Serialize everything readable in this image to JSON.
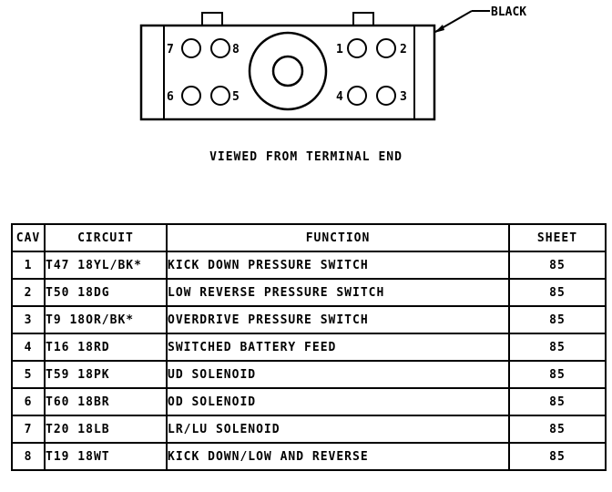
{
  "connector": {
    "color_label": "BLACK",
    "pins": [
      "1",
      "2",
      "3",
      "4",
      "5",
      "6",
      "7",
      "8"
    ]
  },
  "caption": "VIEWED FROM TERMINAL END",
  "table": {
    "headers": [
      "CAV",
      "CIRCUIT",
      "FUNCTION",
      "SHEET"
    ],
    "rows": [
      {
        "cav": "1",
        "circuit": "T47 18YL/BK*",
        "function": "KICK DOWN PRESSURE SWITCH",
        "sheet": "85"
      },
      {
        "cav": "2",
        "circuit": "T50 18DG",
        "function": "LOW REVERSE PRESSURE SWITCH",
        "sheet": "85"
      },
      {
        "cav": "3",
        "circuit": "T9 18OR/BK*",
        "function": "OVERDRIVE PRESSURE SWITCH",
        "sheet": "85"
      },
      {
        "cav": "4",
        "circuit": "T16 18RD",
        "function": "SWITCHED BATTERY FEED",
        "sheet": "85"
      },
      {
        "cav": "5",
        "circuit": "T59 18PK",
        "function": "UD SOLENOID",
        "sheet": "85"
      },
      {
        "cav": "6",
        "circuit": "T60 18BR",
        "function": "OD SOLENOID",
        "sheet": "85"
      },
      {
        "cav": "7",
        "circuit": "T20 18LB",
        "function": "LR/LU SOLENOID",
        "sheet": "85"
      },
      {
        "cav": "8",
        "circuit": "T19 18WT",
        "function": "KICK DOWN/LOW AND REVERSE",
        "sheet": "85"
      }
    ]
  }
}
